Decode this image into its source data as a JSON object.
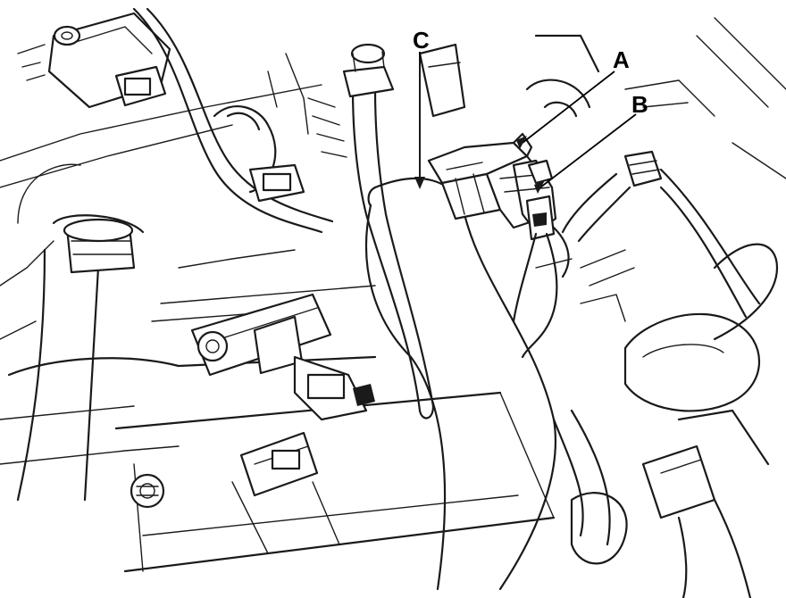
{
  "callouts": {
    "a": "A",
    "b": "B",
    "c": "C"
  },
  "colors": {
    "line": "#1a1a1a",
    "background": "#ffffff"
  }
}
